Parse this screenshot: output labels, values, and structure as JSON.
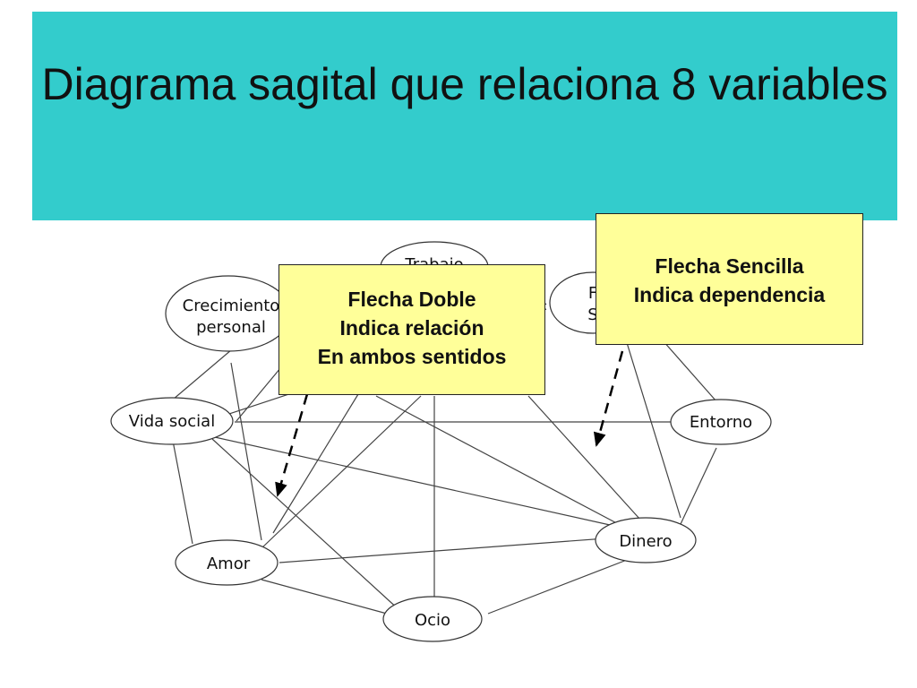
{
  "title": "Diagrama sagital que relaciona 8 variables",
  "nodes": {
    "trabajo": "Trabajo",
    "crecimiento_line1": "Crecimiento",
    "crecimiento_line2": "personal",
    "fs_line1": "F",
    "fs_line2": "S",
    "vida_social": "Vida social",
    "entorno": "Entorno",
    "amor": "Amor",
    "dinero": "Dinero",
    "ocio": "Ocio"
  },
  "callouts": {
    "double": {
      "line1": "Flecha Doble",
      "line2": "Indica relación",
      "line3": "En ambos sentidos"
    },
    "single": {
      "line1": "Flecha Sencilla",
      "line2": "Indica dependencia"
    }
  },
  "colors": {
    "title_band": "#33cccc",
    "callout_fill": "#ffff99"
  }
}
